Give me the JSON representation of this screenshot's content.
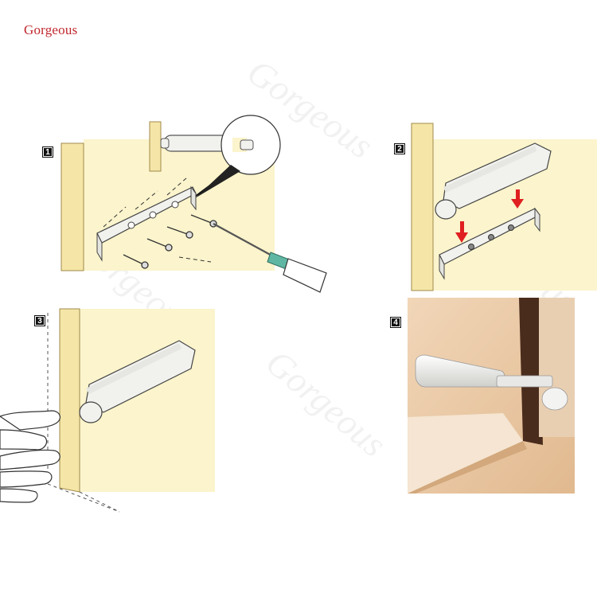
{
  "brand": {
    "name": "Gorgeous",
    "logo_text": "Gorgeous",
    "color": "#c0272d"
  },
  "steps": [
    {
      "number": "1",
      "icon": "screwdriver-mounting-icon"
    },
    {
      "number": "2",
      "icon": "attach-latch-icon"
    },
    {
      "number": "3",
      "icon": "push-door-icon"
    },
    {
      "number": "4",
      "icon": "installed-latch-icon"
    }
  ],
  "colors": {
    "panel_yellow": "#fbf4cc",
    "wood_edge": "#f5e6a8",
    "latch_white": "#f1f1ee",
    "arrow_red": "#e02020",
    "screwdriver_green": "#5fb7a3",
    "wood_photo": "#e8c9a3"
  }
}
